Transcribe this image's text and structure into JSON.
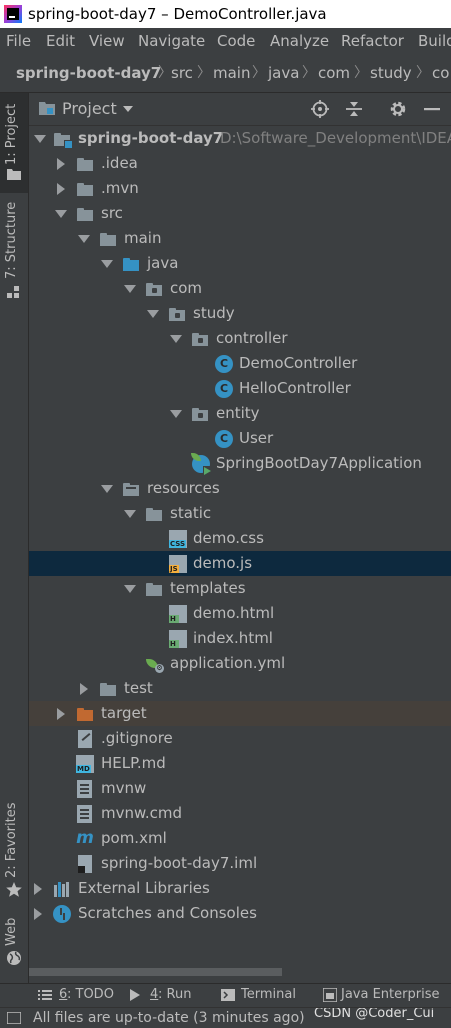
{
  "window": {
    "title": "spring-boot-day7 – DemoController.java"
  },
  "menu": [
    "File",
    "Edit",
    "View",
    "Navigate",
    "Code",
    "Analyze",
    "Refactor",
    "Build"
  ],
  "breadcrumb": [
    "spring-boot-day7",
    "src",
    "main",
    "java",
    "com",
    "study",
    "co"
  ],
  "left_tabs": {
    "project": "1: Project",
    "structure": "7: Structure",
    "favorites": "2: Favorites",
    "web": "Web"
  },
  "panel": {
    "title": "Project"
  },
  "tree": [
    {
      "label": "spring-boot-day7",
      "path": "D:\\Software_Development\\IDEA",
      "bold": true,
      "icon": "module-folder-icon",
      "arrow": "down",
      "depth": 0
    },
    {
      "label": ".idea",
      "icon": "folder-icon",
      "arrow": "right",
      "depth": 1
    },
    {
      "label": ".mvn",
      "icon": "folder-icon",
      "arrow": "right",
      "depth": 1
    },
    {
      "label": "src",
      "icon": "folder-icon",
      "arrow": "down",
      "depth": 1
    },
    {
      "label": "main",
      "icon": "folder-icon",
      "arrow": "down",
      "depth": 2
    },
    {
      "label": "java",
      "icon": "source-folder-icon",
      "arrow": "down",
      "depth": 3
    },
    {
      "label": "com",
      "icon": "package-icon",
      "arrow": "down",
      "depth": 4
    },
    {
      "label": "study",
      "icon": "package-icon",
      "arrow": "down",
      "depth": 5
    },
    {
      "label": "controller",
      "icon": "package-icon",
      "arrow": "down",
      "depth": 6
    },
    {
      "label": "DemoController",
      "icon": "class-icon",
      "depth": 7
    },
    {
      "label": "HelloController",
      "icon": "class-icon",
      "depth": 7
    },
    {
      "label": "entity",
      "icon": "package-icon",
      "arrow": "down",
      "depth": 6
    },
    {
      "label": "User",
      "icon": "class-icon",
      "depth": 7
    },
    {
      "label": "SpringBootDay7Application",
      "icon": "spring-boot-class-icon",
      "depth": 6
    },
    {
      "label": "resources",
      "icon": "resources-folder-icon",
      "arrow": "down",
      "depth": 3
    },
    {
      "label": "static",
      "icon": "folder-icon",
      "arrow": "down",
      "depth": 4
    },
    {
      "label": "demo.css",
      "icon": "css-file-icon",
      "depth": 5
    },
    {
      "label": "demo.js",
      "icon": "js-file-icon",
      "depth": 5,
      "selected": true
    },
    {
      "label": "templates",
      "icon": "folder-icon",
      "arrow": "down",
      "depth": 4
    },
    {
      "label": "demo.html",
      "icon": "html-file-icon",
      "depth": 5
    },
    {
      "label": "index.html",
      "icon": "html-file-icon",
      "depth": 5
    },
    {
      "label": "application.yml",
      "icon": "yml-file-icon",
      "depth": 4
    },
    {
      "label": "test",
      "icon": "folder-icon",
      "arrow": "right",
      "depth": 2
    },
    {
      "label": "target",
      "icon": "excluded-folder-icon",
      "arrow": "right",
      "depth": 1,
      "highlight": true
    },
    {
      "label": ".gitignore",
      "icon": "gitignore-file-icon",
      "depth": 1
    },
    {
      "label": "HELP.md",
      "icon": "markdown-file-icon",
      "depth": 1
    },
    {
      "label": "mvnw",
      "icon": "script-file-icon",
      "depth": 1
    },
    {
      "label": "mvnw.cmd",
      "icon": "script-file-icon",
      "depth": 1
    },
    {
      "label": "pom.xml",
      "icon": "maven-icon",
      "depth": 1
    },
    {
      "label": "spring-boot-day7.iml",
      "icon": "iml-file-icon",
      "depth": 1
    },
    {
      "label": "External Libraries",
      "icon": "libraries-icon",
      "arrow": "right",
      "depth": 0
    },
    {
      "label": "Scratches and Consoles",
      "icon": "scratches-icon",
      "arrow": "right",
      "depth": 0
    }
  ],
  "bottom_tabs": [
    {
      "key": "6",
      "label": ": TODO",
      "icon": "list-icon"
    },
    {
      "key": "4",
      "label": ": Run",
      "icon": "run-icon"
    },
    {
      "key": "",
      "label": "Terminal",
      "icon": "terminal-icon"
    },
    {
      "key": "",
      "label": "Java Enterprise",
      "icon": "java-enterprise-icon"
    }
  ],
  "status": {
    "message": "All files are up-to-date (3 minutes ago)",
    "watermark": "CSDN @Coder_Cui"
  },
  "colors": {
    "selection": "#0d293e",
    "highlight": "#45403b",
    "background": "#3c3f41",
    "text": "#bbbbbb"
  }
}
